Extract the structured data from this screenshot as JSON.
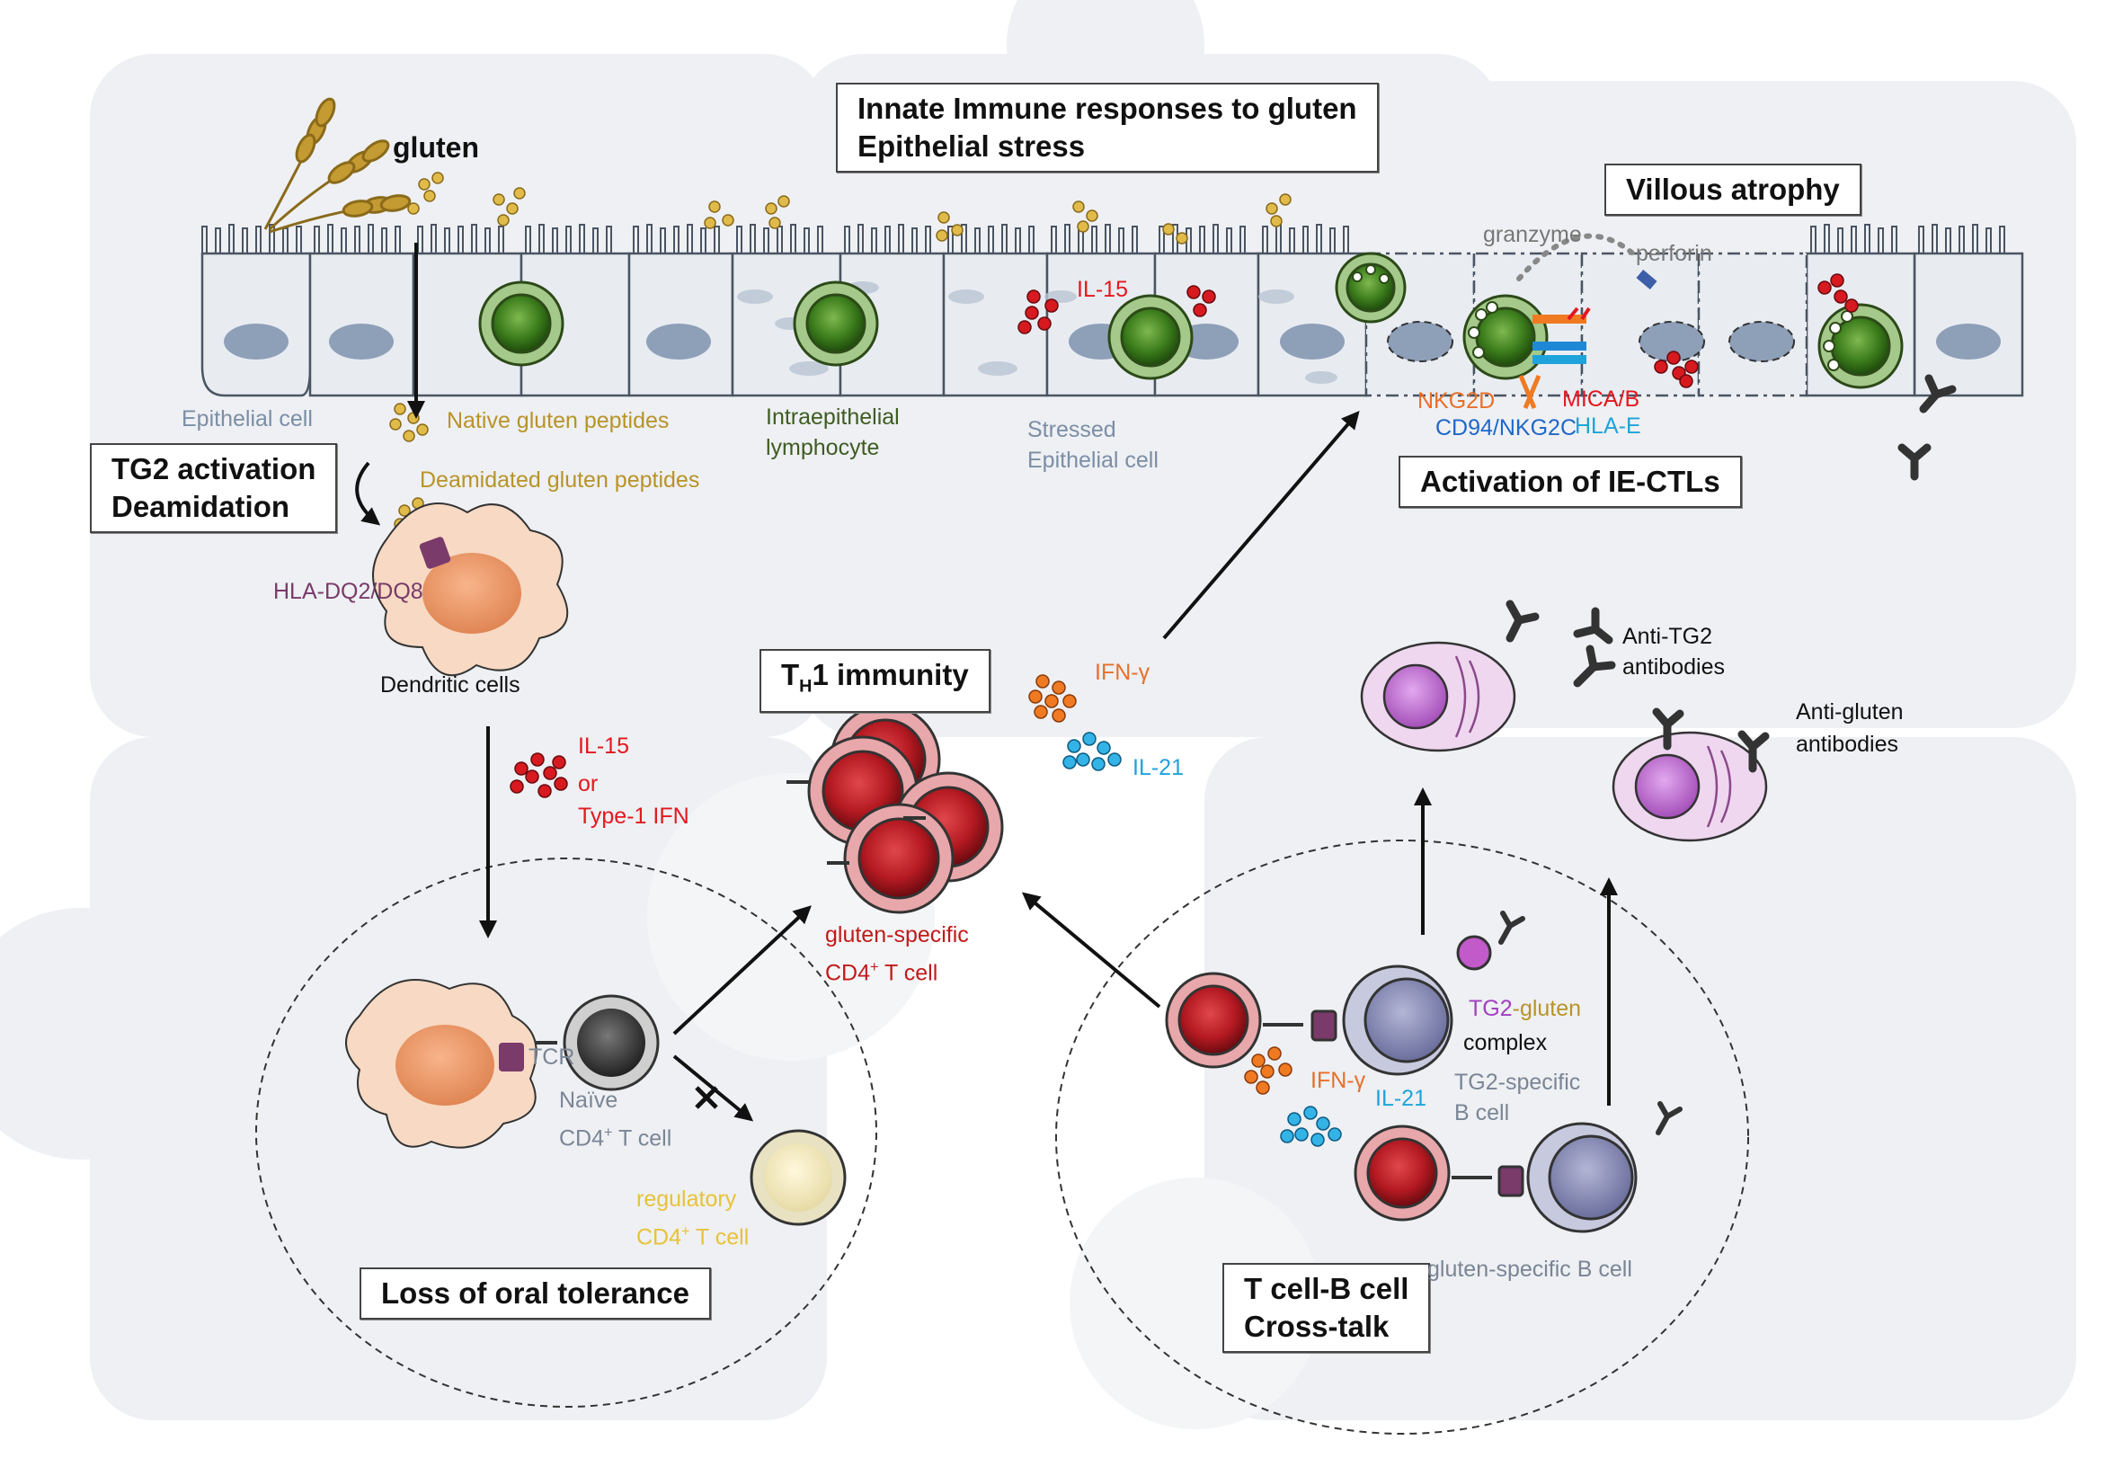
{
  "boxes": {
    "innate_line1": "Innate Immune responses to gluten",
    "innate_line2": "Epithelial stress",
    "villous": "Villous atrophy",
    "tg2_line1": "TG2 activation",
    "tg2_line2": "Deamidation",
    "ie_ctl": "Activation of IE-CTLs",
    "th1_prefix": "T",
    "th1_sub": "H",
    "th1_suffix": "1 immunity",
    "oral": "Loss of oral tolerance",
    "crosstalk_line1": "T cell-B cell",
    "crosstalk_line2": "Cross-talk"
  },
  "labels": {
    "gluten": "gluten",
    "epithelial_cell": "Epithelial cell",
    "native_peptides": "Native gluten peptides",
    "deamidated_peptides": "Deamidated gluten peptides",
    "iel_line1": "Intraepithelial",
    "iel_line2": "lymphocyte",
    "stressed_line1": "Stressed",
    "stressed_line2": "Epithelial cell",
    "il15_epithelium": "IL-15",
    "granzyme": "granzyme",
    "perforin": "perforin",
    "nkg2d": "NKG2D",
    "mica": "MICA/B",
    "cd94": "CD94/NKG2C",
    "hlae": "HLA-E",
    "hla_dq": "HLA-DQ2/DQ8",
    "dendritic": "Dendritic cells",
    "il15_line1": "IL-15",
    "il15_line2": "or",
    "il15_line3": "Type-1 IFN",
    "ifng": "IFN-γ",
    "il21": "IL-21",
    "anti_tg2_line1": "Anti-TG2",
    "anti_tg2_line2": "antibodies",
    "anti_gluten_line1": "Anti-gluten",
    "anti_gluten_line2": "antibodies",
    "gs_cd4_line1": "gluten-specific",
    "gs_cd4_line2_prefix": "CD4",
    "gs_cd4_line2_sup": "+",
    "gs_cd4_line2_suffix": " T cell",
    "tcr": "TCR",
    "naive_line1": "Naïve",
    "naive_line2_prefix": "CD4",
    "naive_line2_sup": "+",
    "naive_line2_suffix": " T cell",
    "treg_line1": "regulatory",
    "treg_line2_prefix": "CD4",
    "treg_line2_sup": "+",
    "treg_line2_suffix": " T cell",
    "tg2_word": "TG2",
    "gluten_word": "-gluten",
    "complex": "complex",
    "ifng_ct": "IFN-γ",
    "il21_ct": "IL-21",
    "tg2_bcell_line1": "TG2-specific",
    "tg2_bcell_line2": "B cell",
    "gs_bcell": "gluten-specific B cell"
  },
  "colors": {
    "epithelium_fill": "#e8ecf1",
    "epithelium_stroke": "#4a5563",
    "nucleus": "#8e9fb8",
    "iel": "#3f7a1f",
    "il15_dot": "#d61a1f",
    "gluten_dot": "#e0bb4a",
    "dendritic": "#f7d9c4",
    "tcell_red": "#c8202a",
    "bcell": "#8c8fb8",
    "plasma": "#e7c8e8",
    "ifng_dot": "#f07a22",
    "il21_dot": "#33b3e6",
    "antibody": "#333333"
  },
  "icons": [
    "wheat-icon",
    "antibody-icon",
    "x-block-icon"
  ]
}
